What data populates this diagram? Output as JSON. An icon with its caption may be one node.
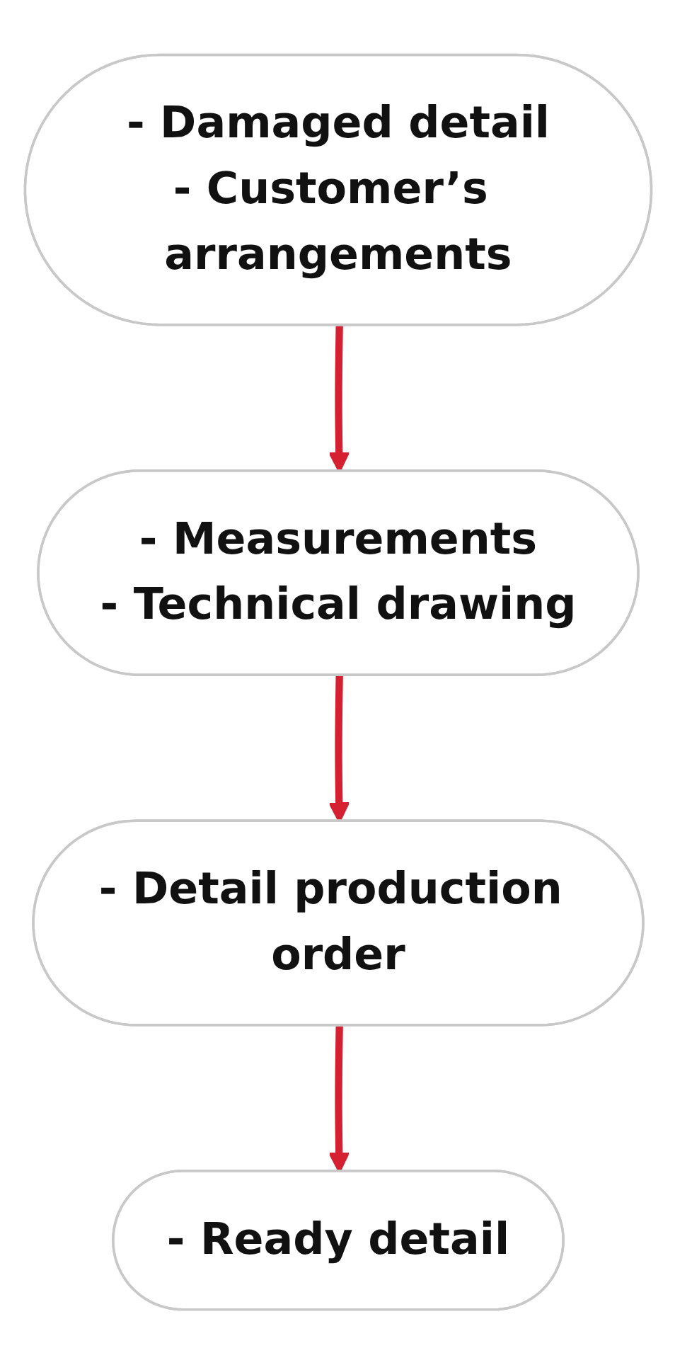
{
  "diagram": {
    "nodes": [
      {
        "text": [
          "- Damaged detail",
          "- Customer’s arrangements"
        ]
      },
      {
        "text": [
          "- Measurements",
          "- Technical drawing"
        ]
      },
      {
        "text": [
          "- Detail production order"
        ]
      },
      {
        "text": [
          "- Ready detail"
        ]
      }
    ],
    "edges": [
      {
        "from": 0,
        "to": 1,
        "arrow": "to"
      },
      {
        "from": 1,
        "to": 2,
        "arrow": "to"
      },
      {
        "from": 2,
        "to": 3,
        "arrow": "to"
      }
    ]
  }
}
